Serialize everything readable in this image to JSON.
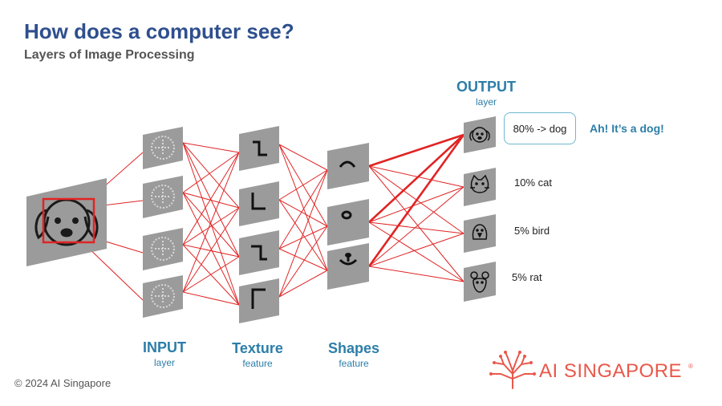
{
  "title": "How does a computer see?",
  "subtitle": "Layers of Image Processing",
  "layers": {
    "input": {
      "label": "INPUT",
      "sub": "layer"
    },
    "texture": {
      "label": "Texture",
      "sub": "feature"
    },
    "shapes": {
      "label": "Shapes",
      "sub": "feature"
    },
    "output": {
      "label": "OUTPUT",
      "sub": "layer"
    }
  },
  "outputs": [
    {
      "label": "80% -> dog",
      "icon": "dog-icon"
    },
    {
      "label": "10% cat",
      "icon": "cat-icon"
    },
    {
      "label": "5% bird",
      "icon": "bird-icon"
    },
    {
      "label": "5% rat",
      "icon": "rat-icon"
    }
  ],
  "answer": "Ah! It’s a dog!",
  "copyright": "© 2024 AI Singapore",
  "logo": {
    "text": "AI SINGAPORE",
    "mark": "®"
  },
  "colors": {
    "title": "#2e4f8e",
    "label": "#2d7ea8",
    "connection": "#e02424",
    "panel": "#9b9b9b",
    "logo": "#e8584a",
    "answer_border": "#6fb8d0"
  }
}
